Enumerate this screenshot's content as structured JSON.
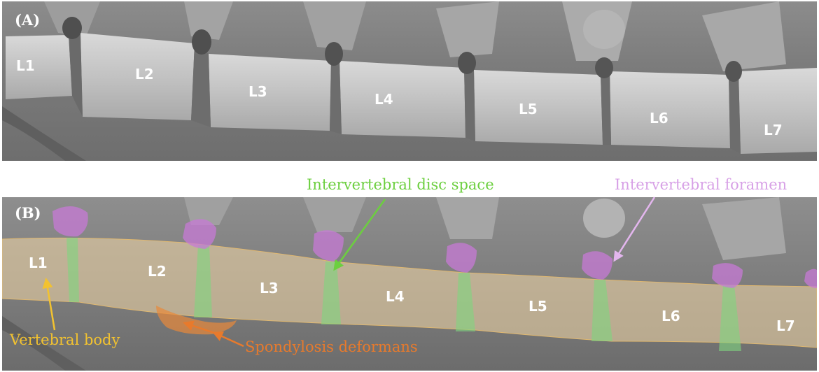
{
  "panels": {
    "a": {
      "label": "(A)"
    },
    "b": {
      "label": "(B)"
    }
  },
  "vertebrae": [
    "L1",
    "L2",
    "L3",
    "L4",
    "L5",
    "L6",
    "L7"
  ],
  "annotations": {
    "disc_space": {
      "text": "Intervertebral disc space",
      "color": "#6ccf3f"
    },
    "foramen": {
      "text": "Intervertebral foramen",
      "color": "#d7a0e6"
    },
    "vertebral_body": {
      "text": "Vertebral body",
      "color": "#f2c230"
    },
    "spondylosis": {
      "text": "Spondylosis deformans",
      "color": "#e87a2c"
    }
  },
  "overlay_colors": {
    "vertebral_body": "#f4d9a8",
    "disc_space": "#7fd67f",
    "foramen": "#c77ad6",
    "spondylosis": "#e8893a"
  }
}
